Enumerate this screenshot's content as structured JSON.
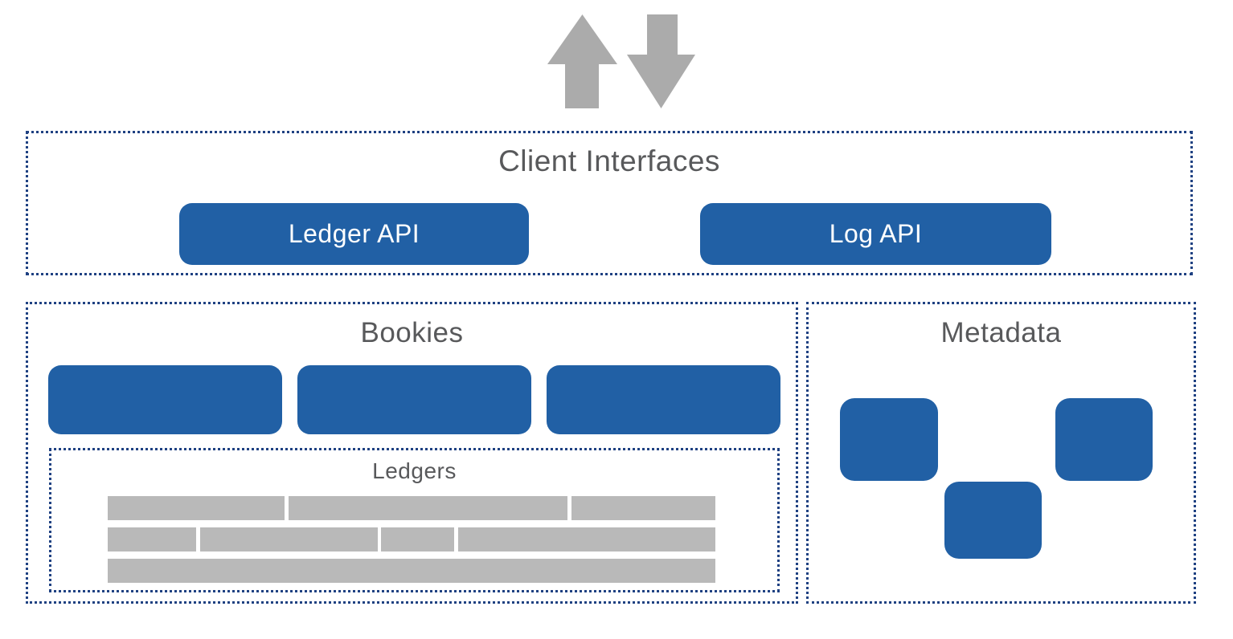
{
  "colors": {
    "accent_blue": "#2160A5",
    "dash_blue": "#1F4182",
    "bar_gray": "#B9B9B9",
    "arrow_gray": "#ABABAB",
    "title_gray": "#58595B"
  },
  "arrows": {
    "up_icon": "up-arrow",
    "down_icon": "down-arrow"
  },
  "client_interfaces": {
    "title": "Client Interfaces",
    "buttons": [
      {
        "label": "Ledger API"
      },
      {
        "label": "Log API"
      }
    ]
  },
  "bookies": {
    "title": "Bookies",
    "node_count": 3,
    "ledgers": {
      "title": "Ledgers",
      "row_widths": [
        [
          220,
          347,
          179
        ],
        [
          110,
          221,
          91,
          320
        ],
        [
          756
        ]
      ]
    }
  },
  "metadata": {
    "title": "Metadata",
    "node_count": 3
  }
}
